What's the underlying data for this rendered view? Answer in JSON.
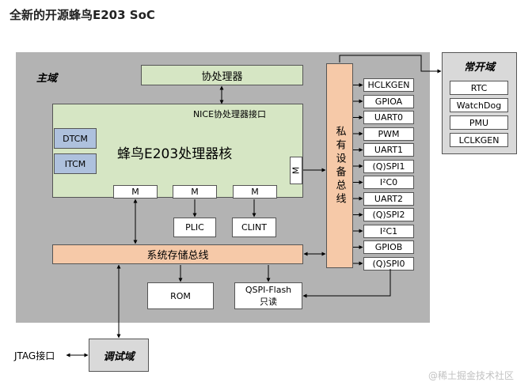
{
  "title": "全新的开源蜂鸟E203 SoC",
  "regions": {
    "main": "主域",
    "always_on": "常开域",
    "debug": "调试域"
  },
  "blocks": {
    "coprocessor": "协处理器",
    "nice_interface": "NICE协处理器接口",
    "core": "蜂鸟E203处理器核",
    "dtcm": "DTCM",
    "itcm": "ITCM",
    "master_port": "M",
    "plic": "PLIC",
    "clint": "CLINT",
    "sys_bus": "系统存储总线",
    "rom": "ROM",
    "qspi_flash_line1": "QSPI-Flash",
    "qspi_flash_line2": "只读",
    "private_bus": "私有设备总线",
    "jtag": "JTAG接口"
  },
  "peripherals": [
    "HCLKGEN",
    "GPIOA",
    "UART0",
    "PWM",
    "UART1",
    "(Q)SPI1",
    "I²C0",
    "UART2",
    "(Q)SPI2",
    "I²C1",
    "GPIOB",
    "(Q)SPI0"
  ],
  "always_on_items": [
    "RTC",
    "WatchDog",
    "PMU",
    "LCLKGEN"
  ],
  "watermark": "@稀土掘金技术社区",
  "colors": {
    "main_domain_bg": "#b3b3b3",
    "green_block": "#d6e6c4",
    "blue_block": "#aec1dd",
    "peach_bus": "#f6c9a8",
    "debug_domain_bg": "#d9d9d9"
  }
}
